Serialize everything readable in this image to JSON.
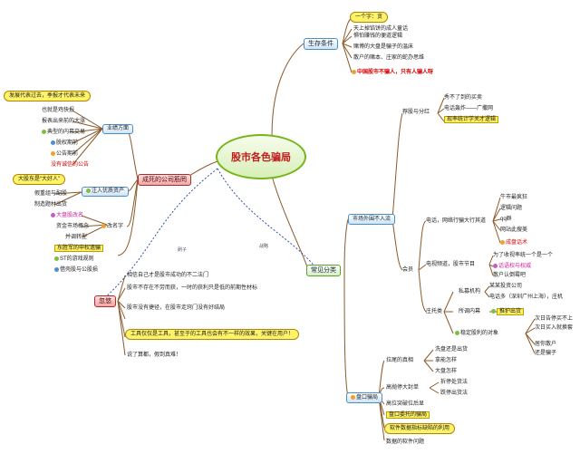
{
  "central": "股市各色骗局",
  "branches": {
    "conditions": {
      "title": "生存条件",
      "callout": "一个字：贪",
      "items": [
        "天上掉馅饼的成人童话",
        "惧怕赚钱的便道逻辑",
        "赌博的大盘是骗子的温床",
        "散户的赌本、庄家的蛇办思维"
      ],
      "note": "中国股市不骗人，只有人骗人呀"
    },
    "company": {
      "title": "成死的公司筋罔",
      "callout1": "发展代表过去，季报才代表未来",
      "performance": {
        "title": "业绩方面",
        "items": [
          "也就是鸡快报",
          "报表出来前的大涨",
          "典型的内幕交易",
          "脱权期前",
          "公告期前"
        ],
        "warn": "没有诚信的公告"
      },
      "callout2": "大股东是“大好人”",
      "investors": {
        "title": "注入优质资产",
        "items": [
          "假重组与配股",
          "制造题材出货"
        ]
      },
      "reform": "大盘股改名",
      "extra": [
        "资金市场概念",
        "并调转型"
      ],
      "change": "改名字",
      "tail": [
        "东胜军的申权遗骗",
        "ST的游戏规则",
        "借壳股与公股损"
      ]
    },
    "mislead": {
      "title": "忽悠",
      "items": [
        "相信自己才是股市成功的不二法门",
        "股市不存在不劳而获，一时的获利只是低的前期性材标",
        "股市没有捷径，在股市走窍门没有好结局"
      ],
      "callout": "工具仅仅是工具，甚至于的工具也会有不一样的效果，关键在用户！",
      "last": "说了算都，假到真难！"
    },
    "common": {
      "title": "常见分类",
      "everywhere": {
        "title": "市场外围不入流",
        "recommend": {
          "title": "荐股与分红",
          "items": [
            "秀不了到的买卖",
            "电话轰炸——广撒网"
          ],
          "highlight": "现率统计学关才逻辑"
        },
        "member": {
          "title": "会员",
          "phone": {
            "title": "电话，网络行骗大行其道",
            "items": [
              "牛市最疯狂",
              "逻辑问题",
              "qq群",
              "网站此搜美"
            ],
            "highlight": "成盘话术"
          },
          "tv": {
            "title": "电视频道，股市节目",
            "items": [
              "为了收视率统一个是一个",
              "散户认倒霉吧"
            ],
            "highlight": "话语权与权威"
          },
          "bankers": {
            "title": "庄托类",
            "private": {
              "title": "私募机构",
              "items": [
                "某某投资公司",
                "电话多（深圳广州上海），庄机"
              ]
            },
            "called": "所调内幕",
            "called_hl": "推护出货",
            "vip": "稳定股利的对象",
            "vip_items": [
              "次日告停买不上",
              "次日买入就换套"
            ],
            "rich": [
              "居你散户",
              "还是骗子"
            ]
          }
        }
      },
      "disk": {
        "title": "盘口骗局",
        "pull": {
          "title": "拉尾的真相",
          "items": [
            "洗盘还是出货",
            "拿能怎样",
            "大盘怎样"
          ]
        },
        "trade": {
          "title": "高抛停大封单",
          "items": [
            "拆停处货法",
            "跌停出货法"
          ]
        },
        "breakthrough": "高位突破位后显",
        "cheat": "盘口委托的骗局",
        "software": "软件数据指标缺陷的利用",
        "data": "数据的软件问题"
      }
    }
  },
  "link_labels": [
    "刷子",
    "战略"
  ]
}
